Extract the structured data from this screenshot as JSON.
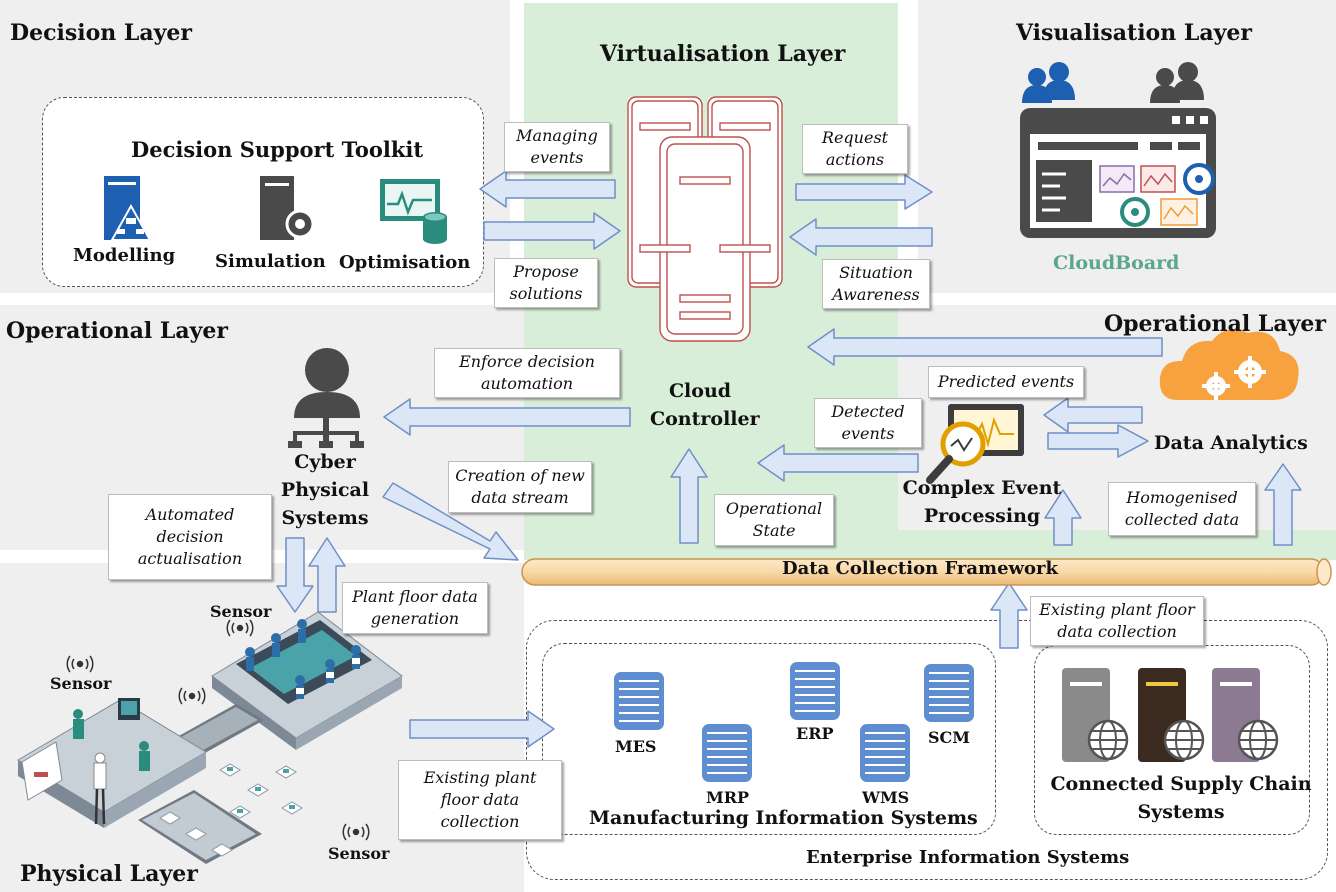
{
  "layers": {
    "decision": "Decision Layer",
    "virtualisation": "Virtualisation Layer",
    "visualisation": "Visualisation Layer",
    "operational_left": "Operational Layer",
    "operational_right": "Operational Layer",
    "physical": "Physical Layer"
  },
  "decision_toolkit": {
    "title": "Decision Support Toolkit",
    "items": [
      "Modelling",
      "Simulation",
      "Optimisation"
    ]
  },
  "cloud": {
    "controller": "Cloud\nController"
  },
  "cloudboard": {
    "label": "CloudBoard"
  },
  "callouts": {
    "managing_events": "Managing\nevents",
    "propose_solutions": "Propose\nsolutions",
    "request_actions": "Request\nactions",
    "situation_awareness": "Situation\nAwareness",
    "enforce_decision": "Enforce decision\nautomation",
    "creation_stream": "Creation of new\ndata stream",
    "automated_actualisation": "Automated\ndecision\nactualisation",
    "plant_floor_generation": "Plant floor data\ngeneration",
    "operational_state": "Operational\nState",
    "detected_events": "Detected\nevents",
    "predicted_events": "Predicted events",
    "homogenised": "Homogenised\ncollected data",
    "existing_collection_right": "Existing plant floor\ndata collection",
    "existing_collection_left": "Existing plant\nfloor data\ncollection"
  },
  "nodes": {
    "cps": "Cyber\nPhysical\nSystems",
    "cep": "Complex Event\nProcessing",
    "data_analytics": "Data Analytics",
    "dcf": "Data Collection Framework"
  },
  "sensors": [
    "Sensor",
    "Sensor",
    "Sensor"
  ],
  "mis": {
    "title": "Manufacturing Information Systems",
    "items": [
      "MES",
      "MRP",
      "ERP",
      "WMS",
      "SCM"
    ]
  },
  "supply_chain": {
    "title": "Connected Supply Chain\nSystems"
  },
  "enterprise": {
    "title": "Enterprise Information Systems"
  },
  "colors": {
    "panel_grey": "#efefef",
    "virtualisation_green": "#d8eed8",
    "arrow_fill": "#dbe6f6",
    "arrow_stroke": "#6f8fc8",
    "server_red": "#c0504d",
    "cloudboard_text": "#5aa691",
    "cloud_orange": "#f29b38",
    "pipe_orange": "#f9d9a6",
    "icon_blue": "#1d5fb0",
    "icon_dark": "#4a4a4a",
    "teal": "#2a8c7e"
  }
}
